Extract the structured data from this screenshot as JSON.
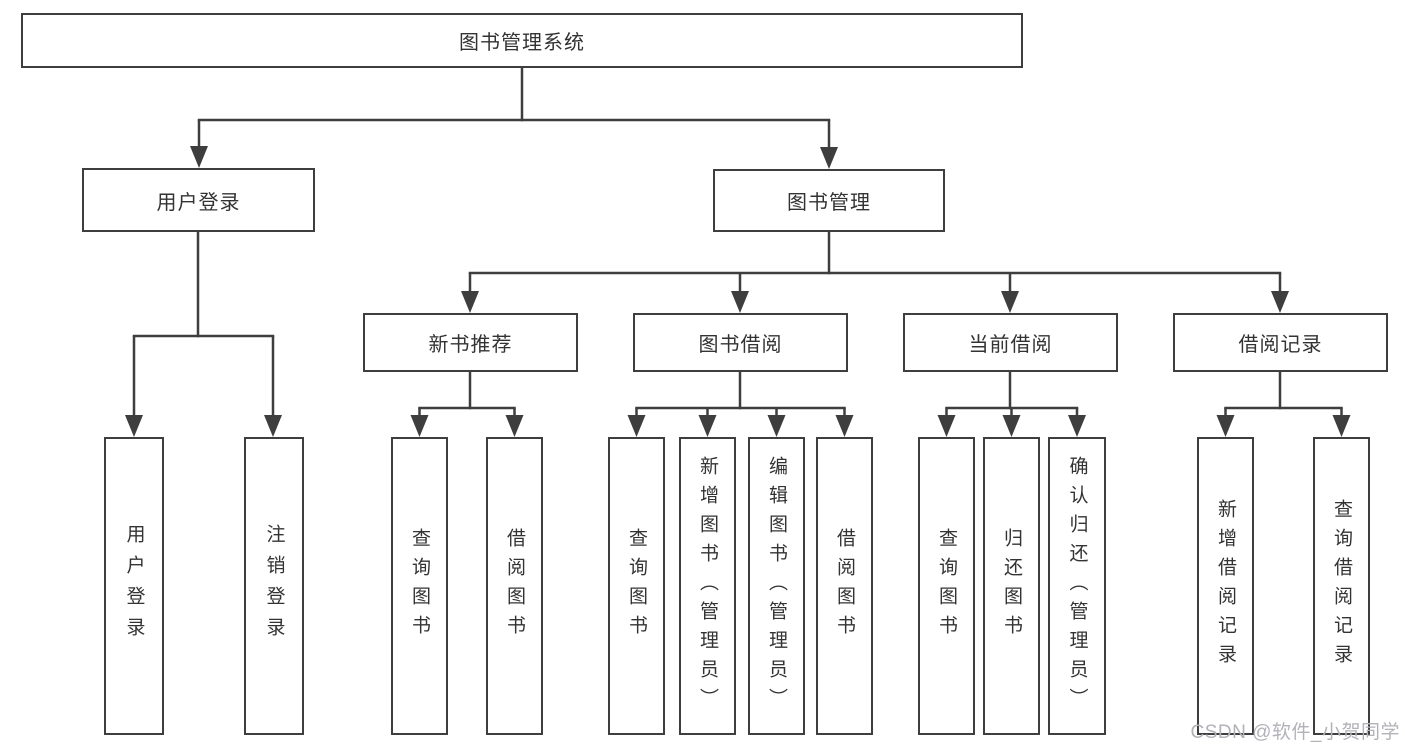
{
  "diagram": {
    "title": "图书管理系统",
    "nodes": {
      "root": "图书管理系统",
      "user_login": "用户登录",
      "book_mgmt": "图书管理",
      "new_book_rec": "新书推荐",
      "book_borrow": "图书借阅",
      "current_borrow": "当前借阅",
      "borrow_records": "借阅记录",
      "leaves_user": [
        "用户登录",
        "注销登录"
      ],
      "leaves_new_book": [
        "查询图书",
        "借阅图书"
      ],
      "leaves_borrow": [
        "查询图书",
        "新增图书（管理员）",
        "编辑图书（管理员）",
        "借阅图书"
      ],
      "leaves_current": [
        "查询图书",
        "归还图书",
        "确认归还（管理员）"
      ],
      "leaves_records": [
        "新增借阅记录",
        "查询借阅记录"
      ]
    },
    "colors": {
      "line": "#3e3e3e",
      "box_border": "#3e3e3e",
      "text": "#333333",
      "background": "#ffffff",
      "watermark_text": "#b2b2b8"
    }
  },
  "watermark": {
    "text": "CSDN @软件_小贺同学"
  }
}
